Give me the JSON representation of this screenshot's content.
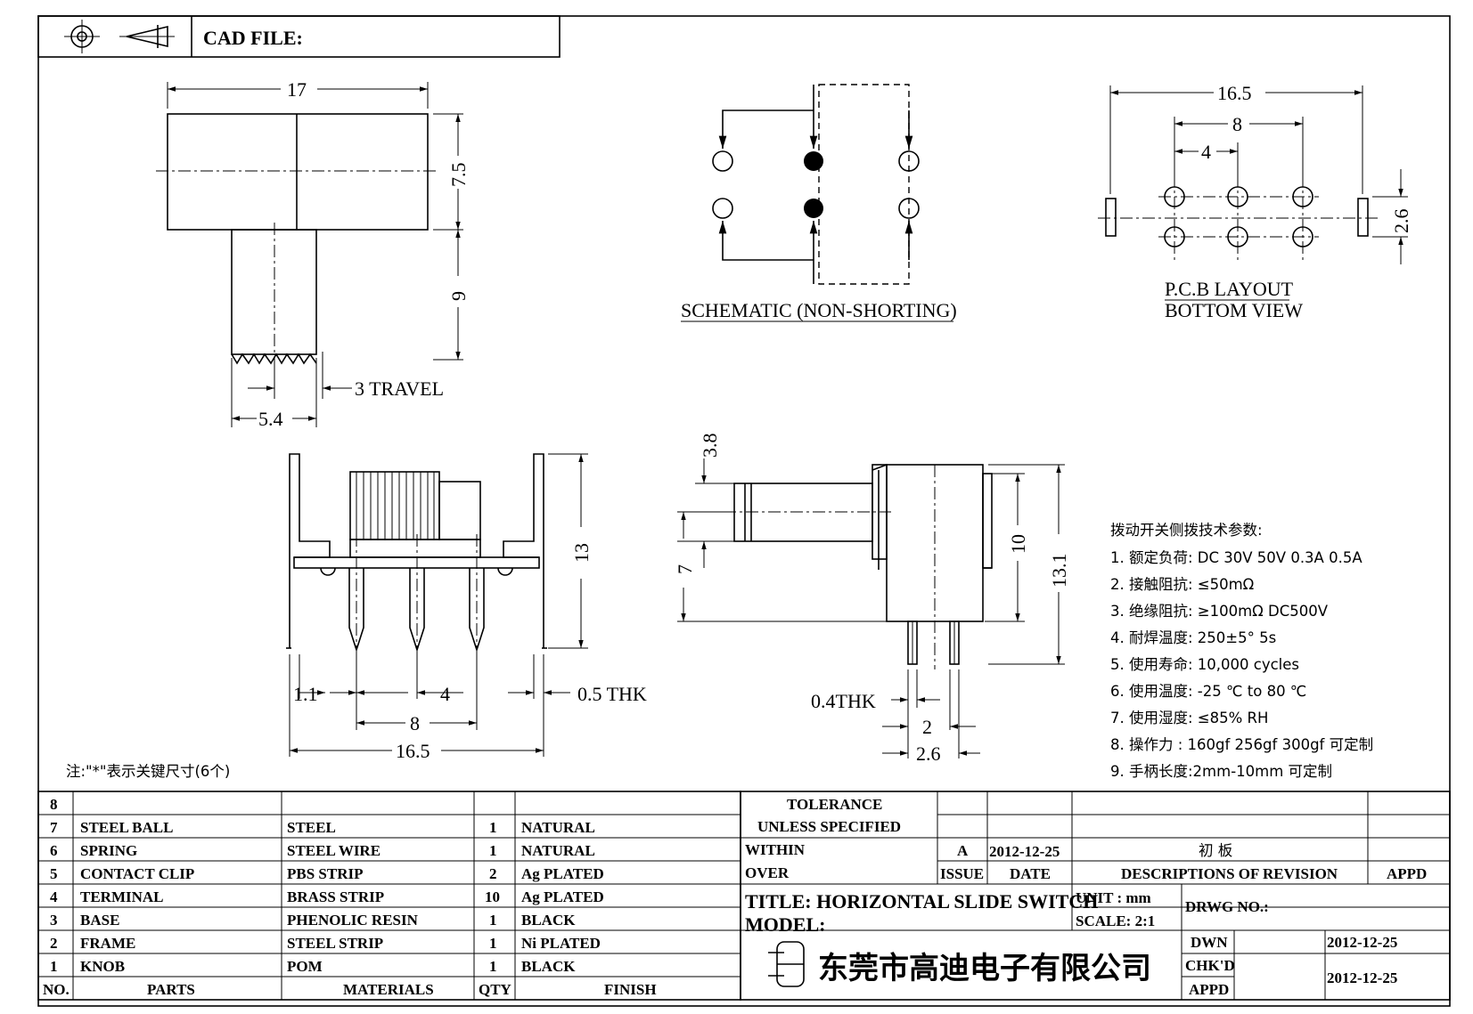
{
  "header": {
    "cad_file_label": "CAD FILE:"
  },
  "top_view": {
    "width": "17",
    "height_body": "7.5",
    "height_knob": "9",
    "travel": "3  TRAVEL",
    "knob_width": "5.4"
  },
  "schematic": {
    "caption": "SCHEMATIC (NON-SHORTING)"
  },
  "pcb": {
    "width_total": "16.5",
    "pitch_8": "8",
    "pitch_4": "4",
    "row_spacing": "2.6",
    "caption_line1": "P.C.B  LAYOUT",
    "caption_line2": "BOTTOM  VIEW"
  },
  "front_view": {
    "height": "13",
    "dim_1_1": "1.1",
    "dim_4": "4",
    "thickness": "0.5  THK",
    "dim_8": "8",
    "dim_16_5": "16.5"
  },
  "side_view": {
    "knob_dia": "3.8",
    "knob_offset": "7",
    "body_height": "10",
    "total_height": "13.1",
    "thickness": "0.4THK",
    "dim_2": "2",
    "dim_2_6": "2.6"
  },
  "specs": {
    "title": "拨动开关侧拨技术参数:",
    "items": [
      "1.  额定负荷: DC 30V    50V    0.3A    0.5A",
      "2.  接触阻抗:  ≤50mΩ",
      "3.  绝缘阻抗:  ≥100mΩ   DC500V",
      "4.  耐焊温度: 250±5°  5s",
      "5.  使用寿命: 10,000 cycles",
      "6.  使用温度: -25  ℃  to 80  ℃",
      "7.  使用湿度:  ≤85% RH",
      "8.  操作力 : 160gf    256gf    300gf  可定制",
      "9.  手柄长度:2mm-10mm   可定制"
    ]
  },
  "note": "注:\"*\"表示关键尺寸(6个)",
  "bom": {
    "headers": [
      "NO.",
      "PARTS",
      "MATERIALS",
      "QTY",
      "FINISH"
    ],
    "rows": [
      [
        "8",
        "",
        "",
        "",
        ""
      ],
      [
        "7",
        "STEEL  BALL",
        "STEEL",
        "1",
        "NATURAL"
      ],
      [
        "6",
        "SPRING",
        "STEEL  WIRE",
        "1",
        "NATURAL"
      ],
      [
        "5",
        "CONTACT  CLIP",
        "PBS  STRIP",
        "2",
        "Ag  PLATED"
      ],
      [
        "4",
        "TERMINAL",
        "BRASS  STRIP",
        "10",
        "Ag  PLATED"
      ],
      [
        "3",
        "BASE",
        "PHENOLIC  RESIN",
        "1",
        "BLACK"
      ],
      [
        "2",
        "FRAME",
        "STEEL  STRIP",
        "1",
        "Ni  PLATED"
      ],
      [
        "1",
        "KNOB",
        "POM",
        "1",
        "BLACK"
      ]
    ]
  },
  "title_block": {
    "tolerance_1": "TOLERANCE",
    "tolerance_2": "UNLESS    SPECIFIED",
    "within": "WITHIN",
    "over": "OVER",
    "rev_issue": "A",
    "rev_date": "2012-12-25",
    "rev_desc": "初 板",
    "issue_label": "ISSUE",
    "date_label": "DATE",
    "desc_label": "DESCRIPTIONS  OF  REVISION",
    "appd_label": "APPD",
    "title": "TITLE:  HORIZONTAL  SLIDE  SWITCH",
    "unit": "UNIT : mm",
    "drwg_no": "DRWG  NO.:",
    "model": "MODEL:",
    "scale": "SCALE:  2:1",
    "dwn_label": "DWN",
    "dwn_date": "2012-12-25",
    "chkd_label": "CHK'D",
    "appd2_label": "APPD",
    "chkd_date": "2012-12-25",
    "company": "东莞市高迪电子有限公司"
  }
}
